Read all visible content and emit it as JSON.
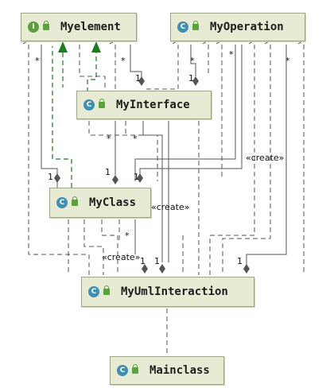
{
  "nodes": {
    "myelement": {
      "label": "Myelement",
      "icon": "interface-icon",
      "icon_letter": "I"
    },
    "myoperation": {
      "label": "MyOperation",
      "icon": "class-icon",
      "icon_letter": "C"
    },
    "myinterface": {
      "label": "MyInterface",
      "icon": "class-icon",
      "icon_letter": "C"
    },
    "myclass": {
      "label": "MyClass",
      "icon": "class-icon",
      "icon_letter": "C"
    },
    "myumlinteraction": {
      "label": "MyUmlInteraction",
      "icon": "class-icon",
      "icon_letter": "C"
    },
    "mainclass": {
      "label": "Mainclass",
      "icon": "main-class-icon",
      "icon_letter": "C"
    }
  },
  "edge_labels": {
    "create_1": "«create»",
    "create_2": "«create»",
    "create_3": "«create»",
    "many": "*",
    "one": "1"
  },
  "colors": {
    "node_fill": "#e8ebd3",
    "node_border": "#9ea58a",
    "realization": "#1a7f1a",
    "dependency": "#555555"
  }
}
